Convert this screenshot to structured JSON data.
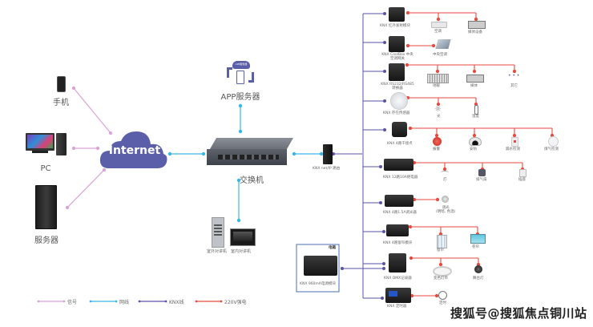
{
  "colors": {
    "signal": "#d9a3d6",
    "network": "#3bb7e3",
    "knx": "#5a52a8",
    "power": "#e84a3f",
    "cloud": "#5b5ea8"
  },
  "left_devices": {
    "phone": "手机",
    "pc": "PC",
    "server": "服务器"
  },
  "internet": "Internet",
  "app_server": {
    "label": "APP服务器",
    "badge": "APP服务器"
  },
  "switch": "交换机",
  "intercom": {
    "outdoor": "室外对讲机",
    "indoor": "室内对讲机"
  },
  "router": "KNX net/IP 路由",
  "power_box": {
    "title": "电箱",
    "module": "KNX 960mA电源模块"
  },
  "modules": [
    {
      "name": "KNX 红外发射模块",
      "endpoints": [
        "空调",
        "媒体设备"
      ]
    },
    {
      "name": "KNX CoolBox 中央空调网关",
      "endpoints": [
        "中央空调"
      ]
    },
    {
      "name": "KNX RS232/RS485 转换器",
      "endpoints": [
        "地暖",
        "媒体",
        "其它"
      ]
    },
    {
      "name": "KNX 存在传感器",
      "endpoints": [
        "光",
        "温度"
      ]
    },
    {
      "name": "KNX 4路干接点",
      "endpoints": [
        "报警",
        "安防",
        "漏水检测",
        "煤气检测"
      ]
    },
    {
      "name": "KNX 12路10A继电器",
      "endpoints": [
        "灯",
        "排气扇",
        "插座"
      ]
    },
    {
      "name": "KNX 4路1.5A调光器",
      "endpoints": [
        "调光\n(明暗, 色温)"
      ]
    },
    {
      "name": "KNX 4路窗帘模块",
      "endpoints": [
        "窗帘",
        "卷帘"
      ]
    },
    {
      "name": "KNX DMX记录器",
      "endpoints": [
        "变色灯带",
        "舞台灯"
      ]
    },
    {
      "name": "KNX 定时器",
      "endpoints": [
        "定时"
      ]
    }
  ],
  "other_dots": "• • •",
  "legend": [
    {
      "label": "信号",
      "color": "#d9a3d6"
    },
    {
      "label": "网线",
      "color": "#3bb7e3"
    },
    {
      "label": "KNX线",
      "color": "#5a52a8"
    },
    {
      "label": "220V强电",
      "color": "#e84a3f"
    }
  ],
  "watermark": "搜狐号@搜狐焦点铜川站"
}
